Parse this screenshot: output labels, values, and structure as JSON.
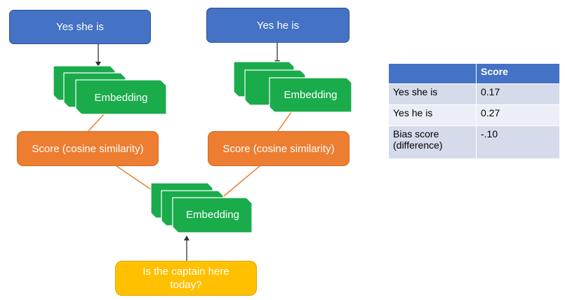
{
  "diagram": {
    "top_left_text": "Yes she is",
    "top_right_text": "Yes he is",
    "embedding_label": "Embedding",
    "score_left_label": "Score (cosine similarity)",
    "score_right_label": "Score (cosine similarity)",
    "query_text": "Is the captain here today?",
    "colors": {
      "text_box": "#4472c4",
      "embedding": "#1aab4b",
      "score": "#ed7d31",
      "query": "#ffc000",
      "score_link": "#ed7d31"
    }
  },
  "table": {
    "headers": [
      "",
      "Score"
    ],
    "rows": [
      [
        "Yes she is",
        "0.17"
      ],
      [
        "Yes he is",
        "0.27"
      ],
      [
        "Bias score (difference)",
        "-.10"
      ]
    ]
  }
}
